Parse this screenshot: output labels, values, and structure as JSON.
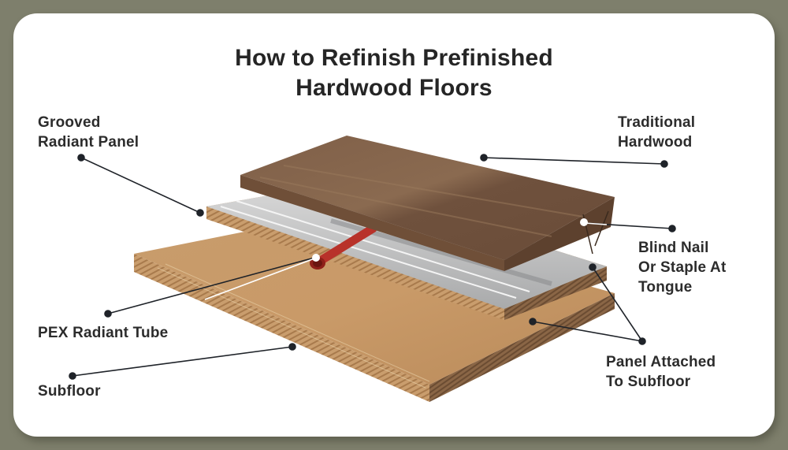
{
  "title": {
    "line1": "How to Refinish Prefinished",
    "line2": "Hardwood Floors"
  },
  "labels": {
    "grooved_radiant_panel": {
      "line1": "Grooved",
      "line2": "Radiant Panel"
    },
    "traditional_hardwood": {
      "line1": "Traditional",
      "line2": "Hardwood"
    },
    "blind_nail": {
      "line1": "Blind Nail",
      "line2": "Or Staple At",
      "line3": "Tongue"
    },
    "pex_radiant_tube": {
      "line1": "PEX Radiant Tube"
    },
    "subfloor": {
      "line1": "Subfloor"
    },
    "panel_attached": {
      "line1": "Panel Attached",
      "line2": "To Subfloor"
    }
  },
  "colors": {
    "background": "#7e7f6c",
    "card": "#ffffff",
    "text": "#2c2c2c",
    "leader_line": "#1f2329",
    "hardwood": "#7a5a44",
    "subfloor": "#c79a6a",
    "aluminum": "#c7c8c9",
    "pex_tube": "#b8322a"
  }
}
